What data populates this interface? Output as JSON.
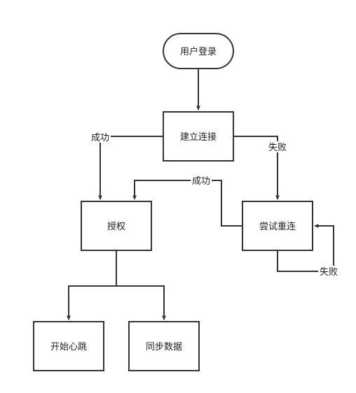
{
  "nodes": {
    "login": "用户登录",
    "connect": "建立连接",
    "auth": "授权",
    "retry": "尝试重连",
    "heartbeat": "开始心跳",
    "sync": "同步数据"
  },
  "edge_labels": {
    "connect_success": "成功",
    "connect_fail": "失败",
    "retry_success": "成功",
    "retry_fail": "失败"
  },
  "colors": {
    "stroke": "#333333",
    "background": "#ffffff",
    "text": "#222222"
  }
}
